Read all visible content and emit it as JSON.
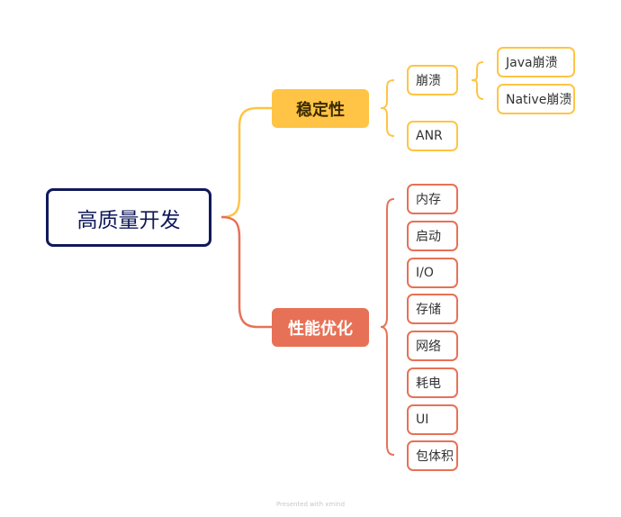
{
  "mindmap": {
    "root": "高质量开发",
    "branches": [
      {
        "label": "稳定性",
        "color": "#ffc445",
        "children": [
          {
            "label": "崩溃",
            "children": [
              {
                "label": "Java崩溃"
              },
              {
                "label": "Native崩溃"
              }
            ]
          },
          {
            "label": "ANR"
          }
        ]
      },
      {
        "label": "性能优化",
        "color": "#e77156",
        "children": [
          {
            "label": "内存"
          },
          {
            "label": "启动"
          },
          {
            "label": "I/O"
          },
          {
            "label": "存储"
          },
          {
            "label": "网络"
          },
          {
            "label": "耗电"
          },
          {
            "label": "UI"
          },
          {
            "label": "包体积"
          }
        ]
      }
    ]
  },
  "colors": {
    "root_border": "#10195a",
    "stability": "#ffc445",
    "performance": "#e77156"
  },
  "footer": {
    "text": "Presented with xmind"
  }
}
